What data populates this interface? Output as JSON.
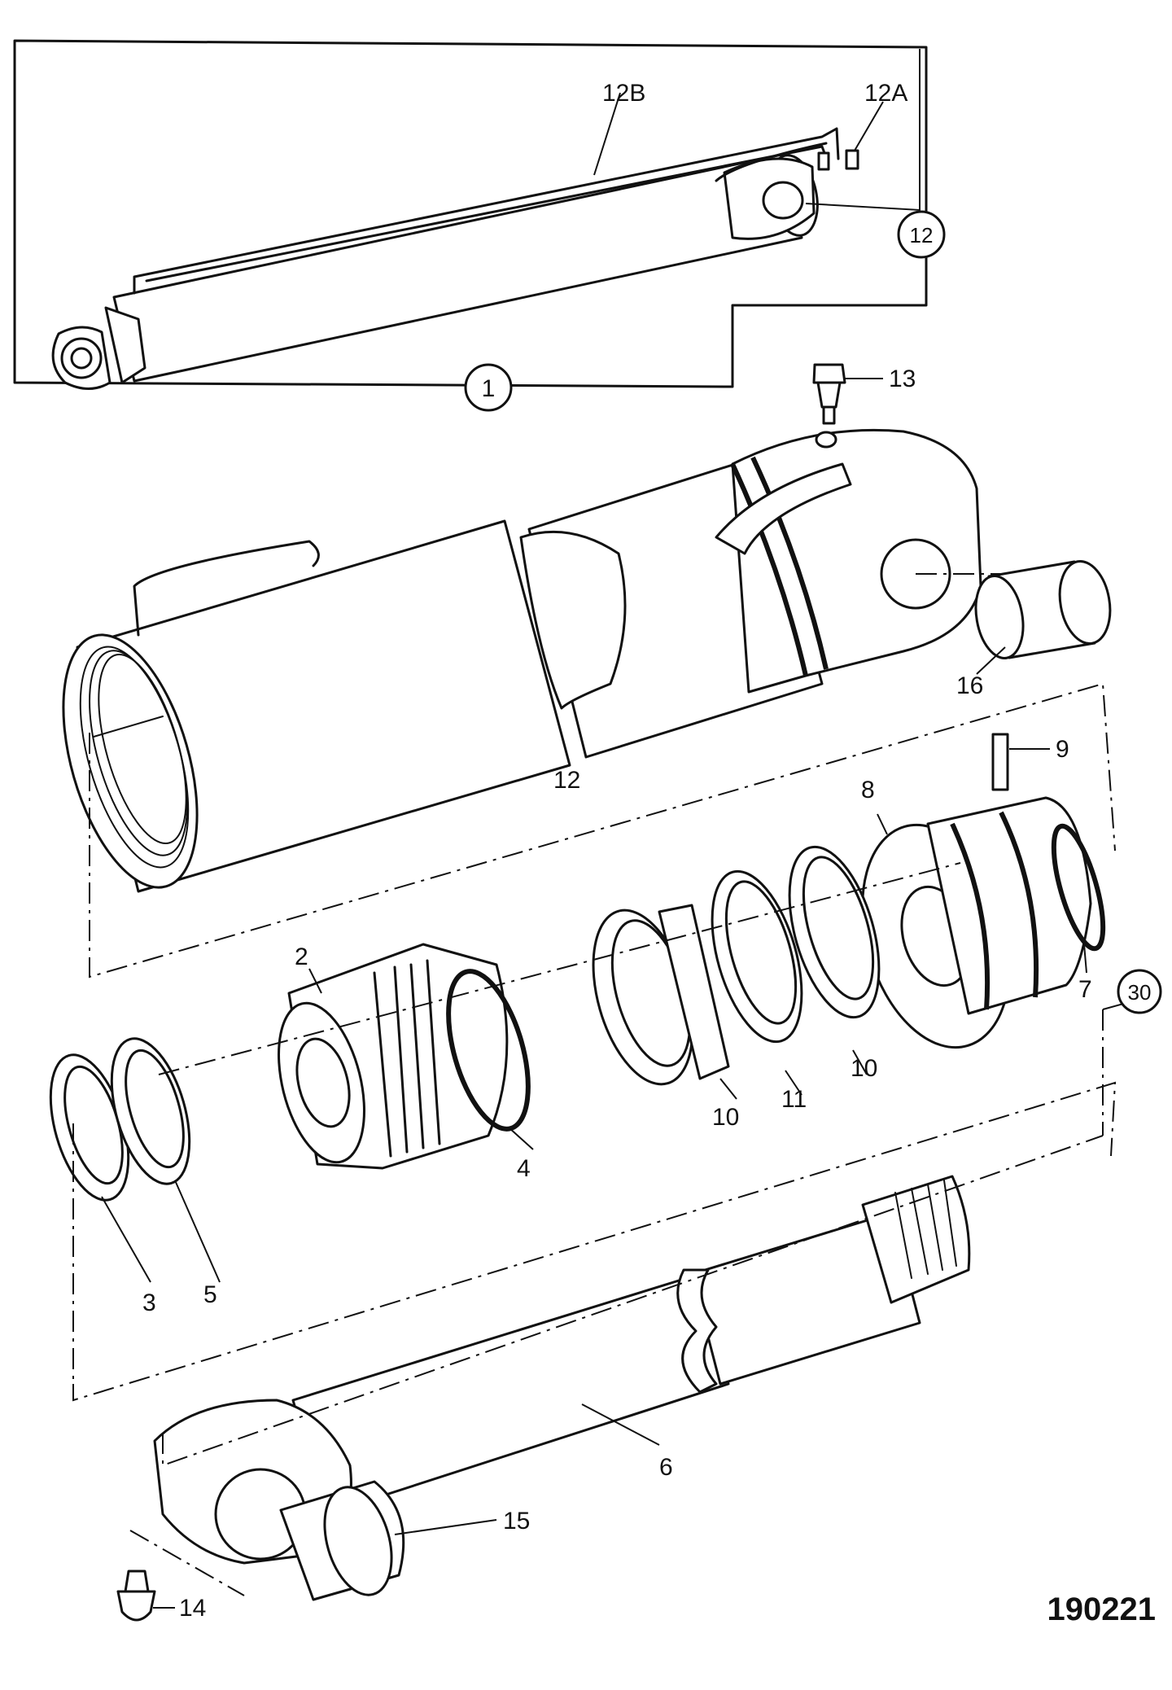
{
  "figure_number": "190221",
  "parts": [
    {
      "id": "p1",
      "ref": "1",
      "circled": true
    },
    {
      "id": "p12top",
      "ref": "12",
      "circled": true
    },
    {
      "id": "p12a",
      "ref": "12A",
      "circled": false
    },
    {
      "id": "p12b",
      "ref": "12B",
      "circled": false
    },
    {
      "id": "p13",
      "ref": "13",
      "circled": false
    },
    {
      "id": "p16",
      "ref": "16",
      "circled": false
    },
    {
      "id": "p12",
      "ref": "12",
      "circled": false
    },
    {
      "id": "p9",
      "ref": "9",
      "circled": false
    },
    {
      "id": "p8",
      "ref": "8",
      "circled": false
    },
    {
      "id": "p2",
      "ref": "2",
      "circled": false
    },
    {
      "id": "p7",
      "ref": "7",
      "circled": false
    },
    {
      "id": "p30",
      "ref": "30",
      "circled": true
    },
    {
      "id": "p10a",
      "ref": "10",
      "circled": false
    },
    {
      "id": "p11",
      "ref": "11",
      "circled": false
    },
    {
      "id": "p10b",
      "ref": "10",
      "circled": false
    },
    {
      "id": "p4",
      "ref": "4",
      "circled": false
    },
    {
      "id": "p3",
      "ref": "3",
      "circled": false
    },
    {
      "id": "p5",
      "ref": "5",
      "circled": false
    },
    {
      "id": "p6",
      "ref": "6",
      "circled": false
    },
    {
      "id": "p15",
      "ref": "15",
      "circled": false
    },
    {
      "id": "p14",
      "ref": "14",
      "circled": false
    }
  ]
}
